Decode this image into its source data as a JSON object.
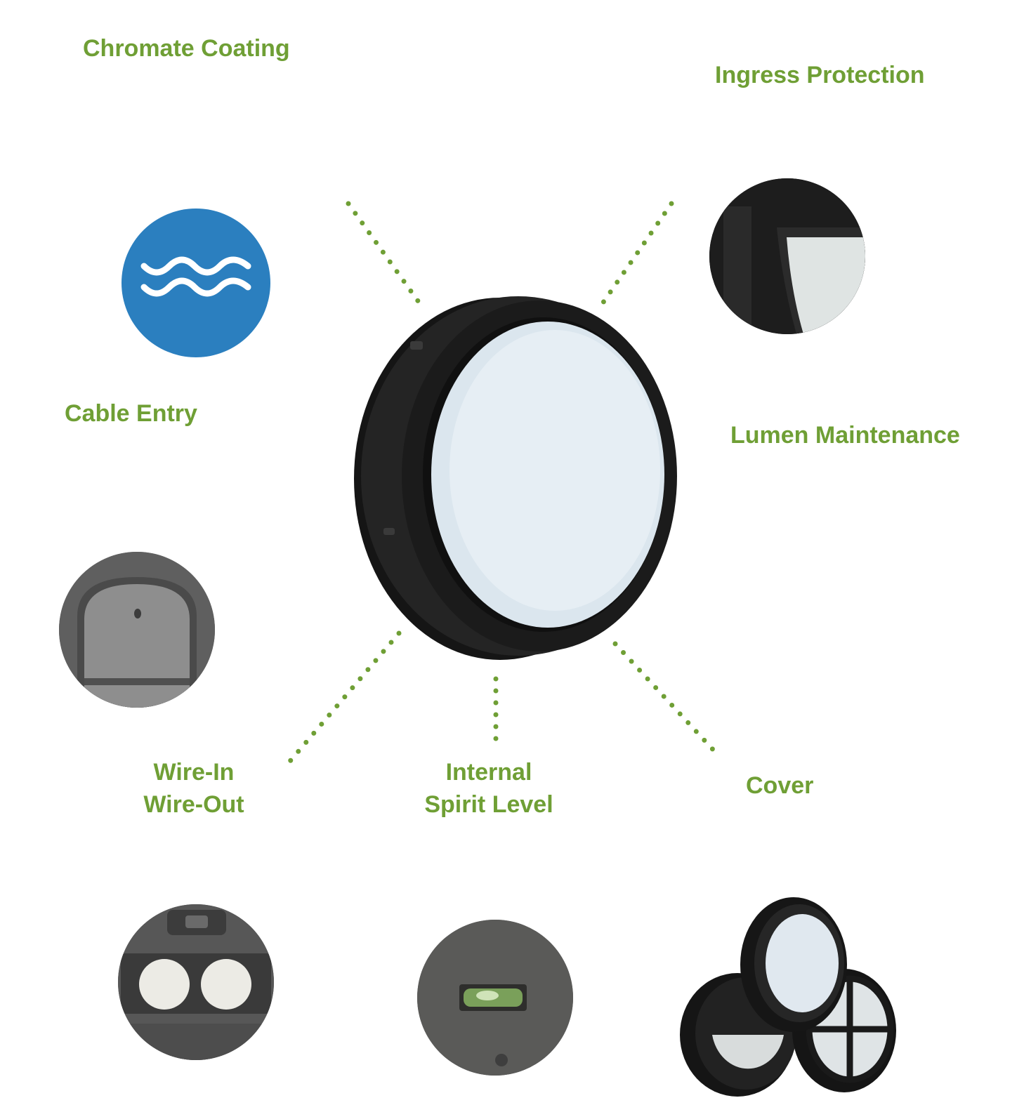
{
  "labels": {
    "chromate_coating": "Chromate Coating",
    "ingress_protection": "Ingress Protection",
    "cable_entry": "Cable Entry",
    "lumen_maintenance": "Lumen Maintenance",
    "wire_in": "Wire-In",
    "wire_out": "Wire-Out",
    "internal": "Internal",
    "spirit_level": "Spirit Level",
    "cover": "Cover"
  },
  "colors": {
    "label_green": "#6f9f35",
    "dot_green": "#6f9f35",
    "water_blue": "#2b7fbf",
    "fixture_black": "#1c1c1c",
    "diffuser": "#e3edf3"
  },
  "icons": {
    "chromate": "water-waves-icon"
  }
}
